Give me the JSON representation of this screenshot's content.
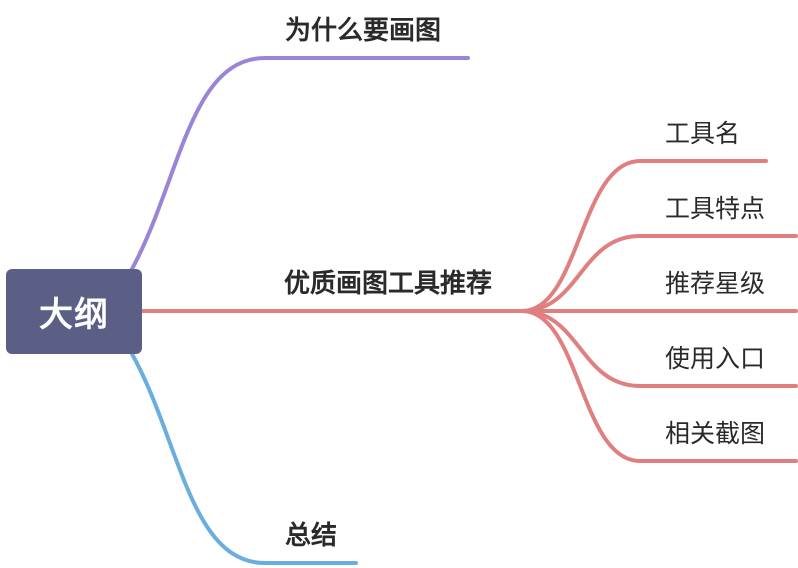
{
  "root": {
    "label": "大纲"
  },
  "branches": [
    {
      "label": "为什么要画图",
      "color": "#9b84d6"
    },
    {
      "label": "优质画图工具推荐",
      "color": "#e07f7f",
      "children": [
        {
          "label": "工具名"
        },
        {
          "label": "工具特点"
        },
        {
          "label": "推荐星级"
        },
        {
          "label": "使用入口"
        },
        {
          "label": "相关截图"
        }
      ]
    },
    {
      "label": "总结",
      "color": "#6aaee0"
    }
  ]
}
